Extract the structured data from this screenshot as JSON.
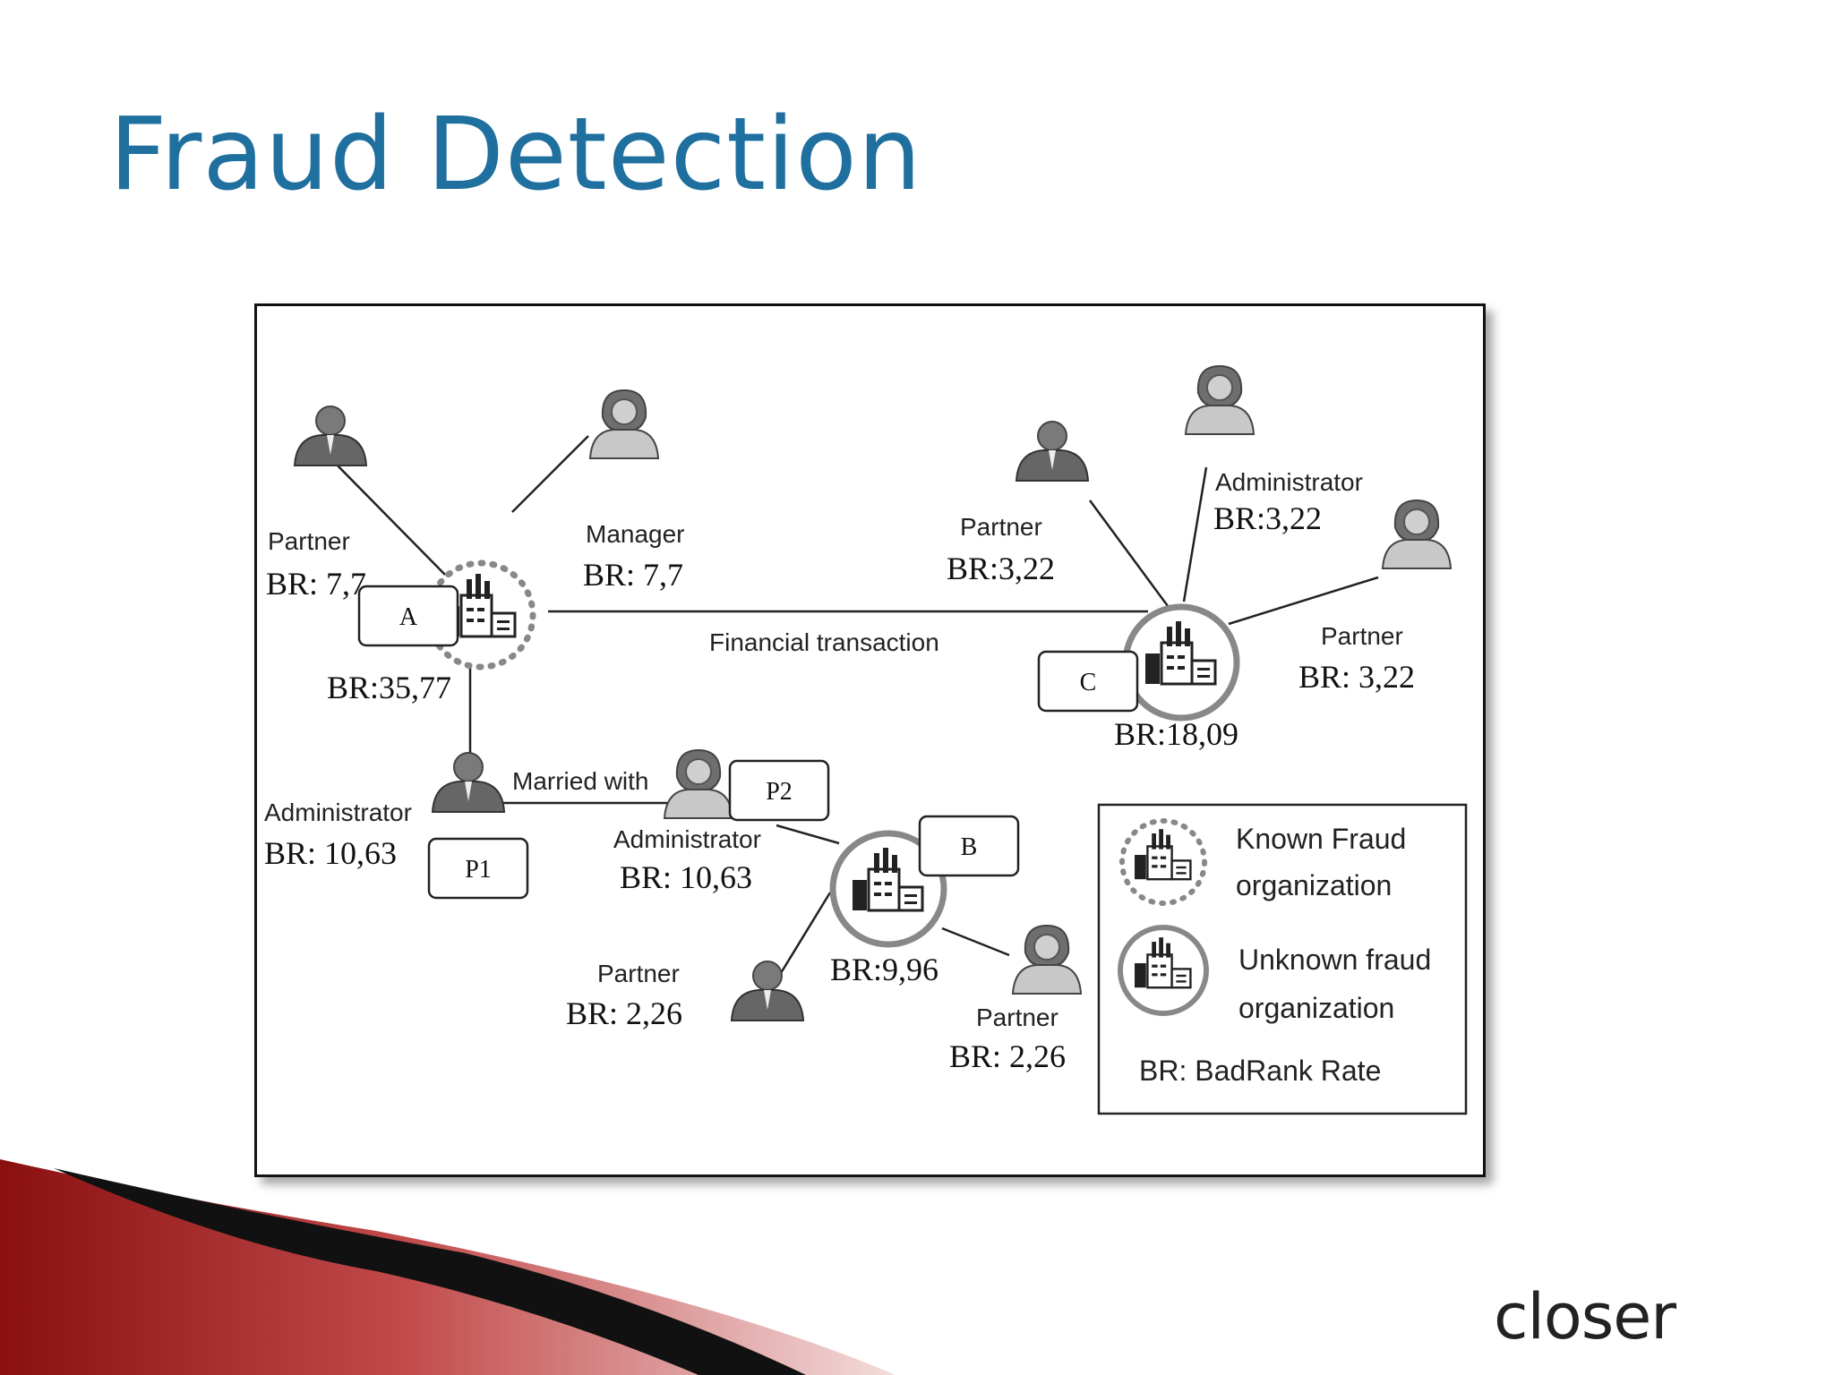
{
  "slide": {
    "title": "Fraud Detection",
    "logo": "closer"
  },
  "diagram": {
    "nodes": {
      "A": "A",
      "B": "B",
      "C": "C",
      "P1": "P1",
      "P2": "P2"
    },
    "labels": {
      "partner_a_role": "Partner",
      "partner_a_br": "BR: 7,7",
      "manager_role": "Manager",
      "manager_br": "BR: 7,7",
      "org_a_br": "BR:35,77",
      "financial_transaction": "Financial transaction",
      "married_with": "Married with",
      "admin_p1_role": "Administrator",
      "admin_p1_br": "BR: 10,63",
      "admin_p2_role": "Administrator",
      "admin_p2_br": "BR: 10,63",
      "partner_c1_role": "Partner",
      "partner_c1_br": "BR:3,22",
      "admin_c_role": "Administrator",
      "admin_c_br": "BR:3,22",
      "partner_c2_role": "Partner",
      "partner_c2_br": "BR: 3,22",
      "org_c_br": "BR:18,09",
      "org_b_br": "BR:9,96",
      "partner_b1_role": "Partner",
      "partner_b1_br": "BR: 2,26",
      "partner_b2_role": "Partner",
      "partner_b2_br": "BR: 2,26"
    },
    "legend": {
      "known": "Known Fraud organization",
      "unknown": "Unknown fraud organization",
      "known_l1": "Known Fraud",
      "known_l2": "organization",
      "unknown_l1": "Unknown fraud",
      "unknown_l2": "organization",
      "br": "BR: BadRank Rate"
    }
  },
  "colors": {
    "title": "#1f6f9f",
    "logo_accent": "#e03a2f",
    "banner_red": "#9b1c1c"
  }
}
